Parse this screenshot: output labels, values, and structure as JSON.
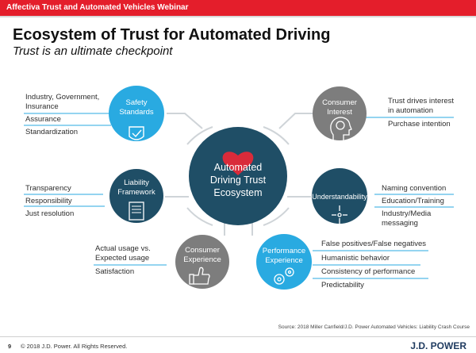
{
  "header": {
    "webinar_title": "Affectiva Trust and Automated Vehicles Webinar"
  },
  "slide": {
    "title": "Ecosystem of Trust for Automated Driving",
    "subtitle": "Trust is an ultimate checkpoint"
  },
  "center": {
    "line1": "Automated",
    "line2": "Driving Trust",
    "line3": "Ecosystem"
  },
  "nodes": {
    "safety": {
      "line1": "Safety",
      "line2": "Standards",
      "items": [
        "Industry, Government,",
        "Insurance",
        "Assurance",
        "Standardization"
      ]
    },
    "liability": {
      "line1": "Liability",
      "line2": "Framework",
      "items": [
        "Transparency",
        "Responsibility",
        "Just resolution"
      ]
    },
    "experience": {
      "line1": "Consumer",
      "line2": "Experience",
      "items": [
        "Actual usage vs.",
        "Expected usage",
        "Satisfaction"
      ]
    },
    "interest": {
      "line1": "Consumer",
      "line2": "Interest",
      "items": [
        "Trust drives interest",
        "in automation",
        "Purchase intention"
      ]
    },
    "understandability": {
      "line1": "Understandability",
      "items": [
        "Naming convention",
        "Education/Training",
        "Industry/Media",
        "messaging"
      ]
    },
    "performance": {
      "line1": "Performance",
      "line2": "Experience",
      "items": [
        "False positives/False negatives",
        "Humanistic behavior",
        "Consistency of performance",
        "Predictability"
      ]
    }
  },
  "footer": {
    "source": "Source: 2018 Miller Canfield/J.D. Power Automated Vehicles: Liability Crash Course",
    "page_number": "9",
    "copyright": "© 2018 J.D. Power. All Rights Reserved.",
    "logo": "J.D. POWER"
  },
  "colors": {
    "header_red": "#e41e2b",
    "center_navy": "#1f4e66",
    "bright_blue": "#29aae1",
    "gray": "#7d7d7d",
    "line_blue": "#29aae1",
    "heart_red": "#d92b3a"
  }
}
